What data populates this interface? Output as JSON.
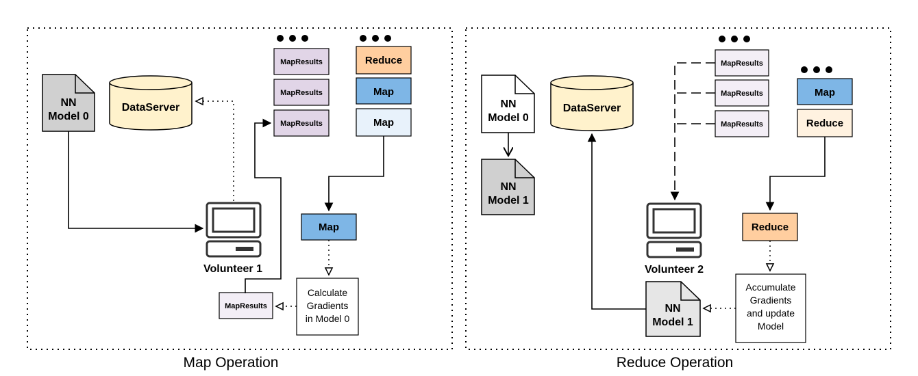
{
  "panels": {
    "map": {
      "caption": "Map Operation"
    },
    "reduce": {
      "caption": "Reduce Operation"
    }
  },
  "labels": {
    "nn": "NN",
    "model0": "Model 0",
    "model1": "Model 1",
    "dataserver": "DataServer",
    "map_results": "MapResults",
    "map": "Map",
    "reduce": "Reduce",
    "volunteer1": "Volunteer 1",
    "volunteer2": "Volunteer 2",
    "calc_lines": [
      "Calculate",
      "Gradients",
      "in Model 0"
    ],
    "acc_lines": [
      "Accumulate",
      "Gradients",
      "and update",
      "Model"
    ]
  },
  "colors": {
    "model_gray": "#d0d0d0",
    "model_light": "#e6e6e6",
    "dataserver": "#fff2cc",
    "mapresults_purple": "#e1d5e7",
    "mapresults_light": "#f3eef6",
    "reduce_orange": "#ffce9f",
    "reduce_light": "#fff2e0",
    "map_blue": "#7eb6e6",
    "map_light": "#e8f2fb"
  }
}
